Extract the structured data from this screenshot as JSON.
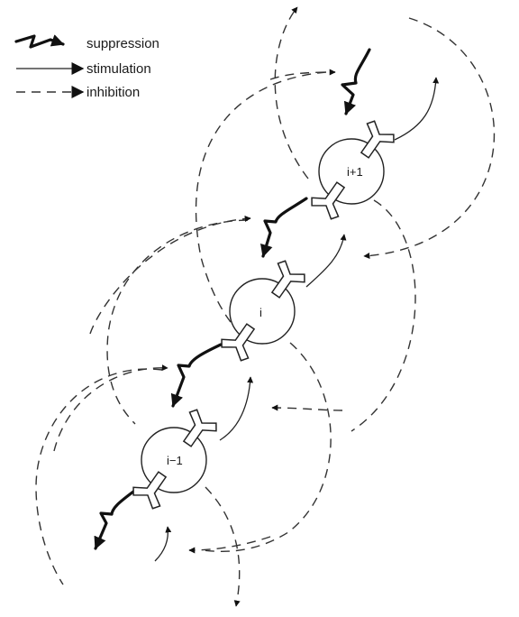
{
  "legend": {
    "suppression": "suppression",
    "stimulation": "stimulation",
    "inhibition": "inhibition"
  },
  "cells": {
    "upper": "i+1",
    "middle": "i",
    "lower": "i−1"
  },
  "colors": {
    "ink": "#222222",
    "background": "#ffffff"
  }
}
